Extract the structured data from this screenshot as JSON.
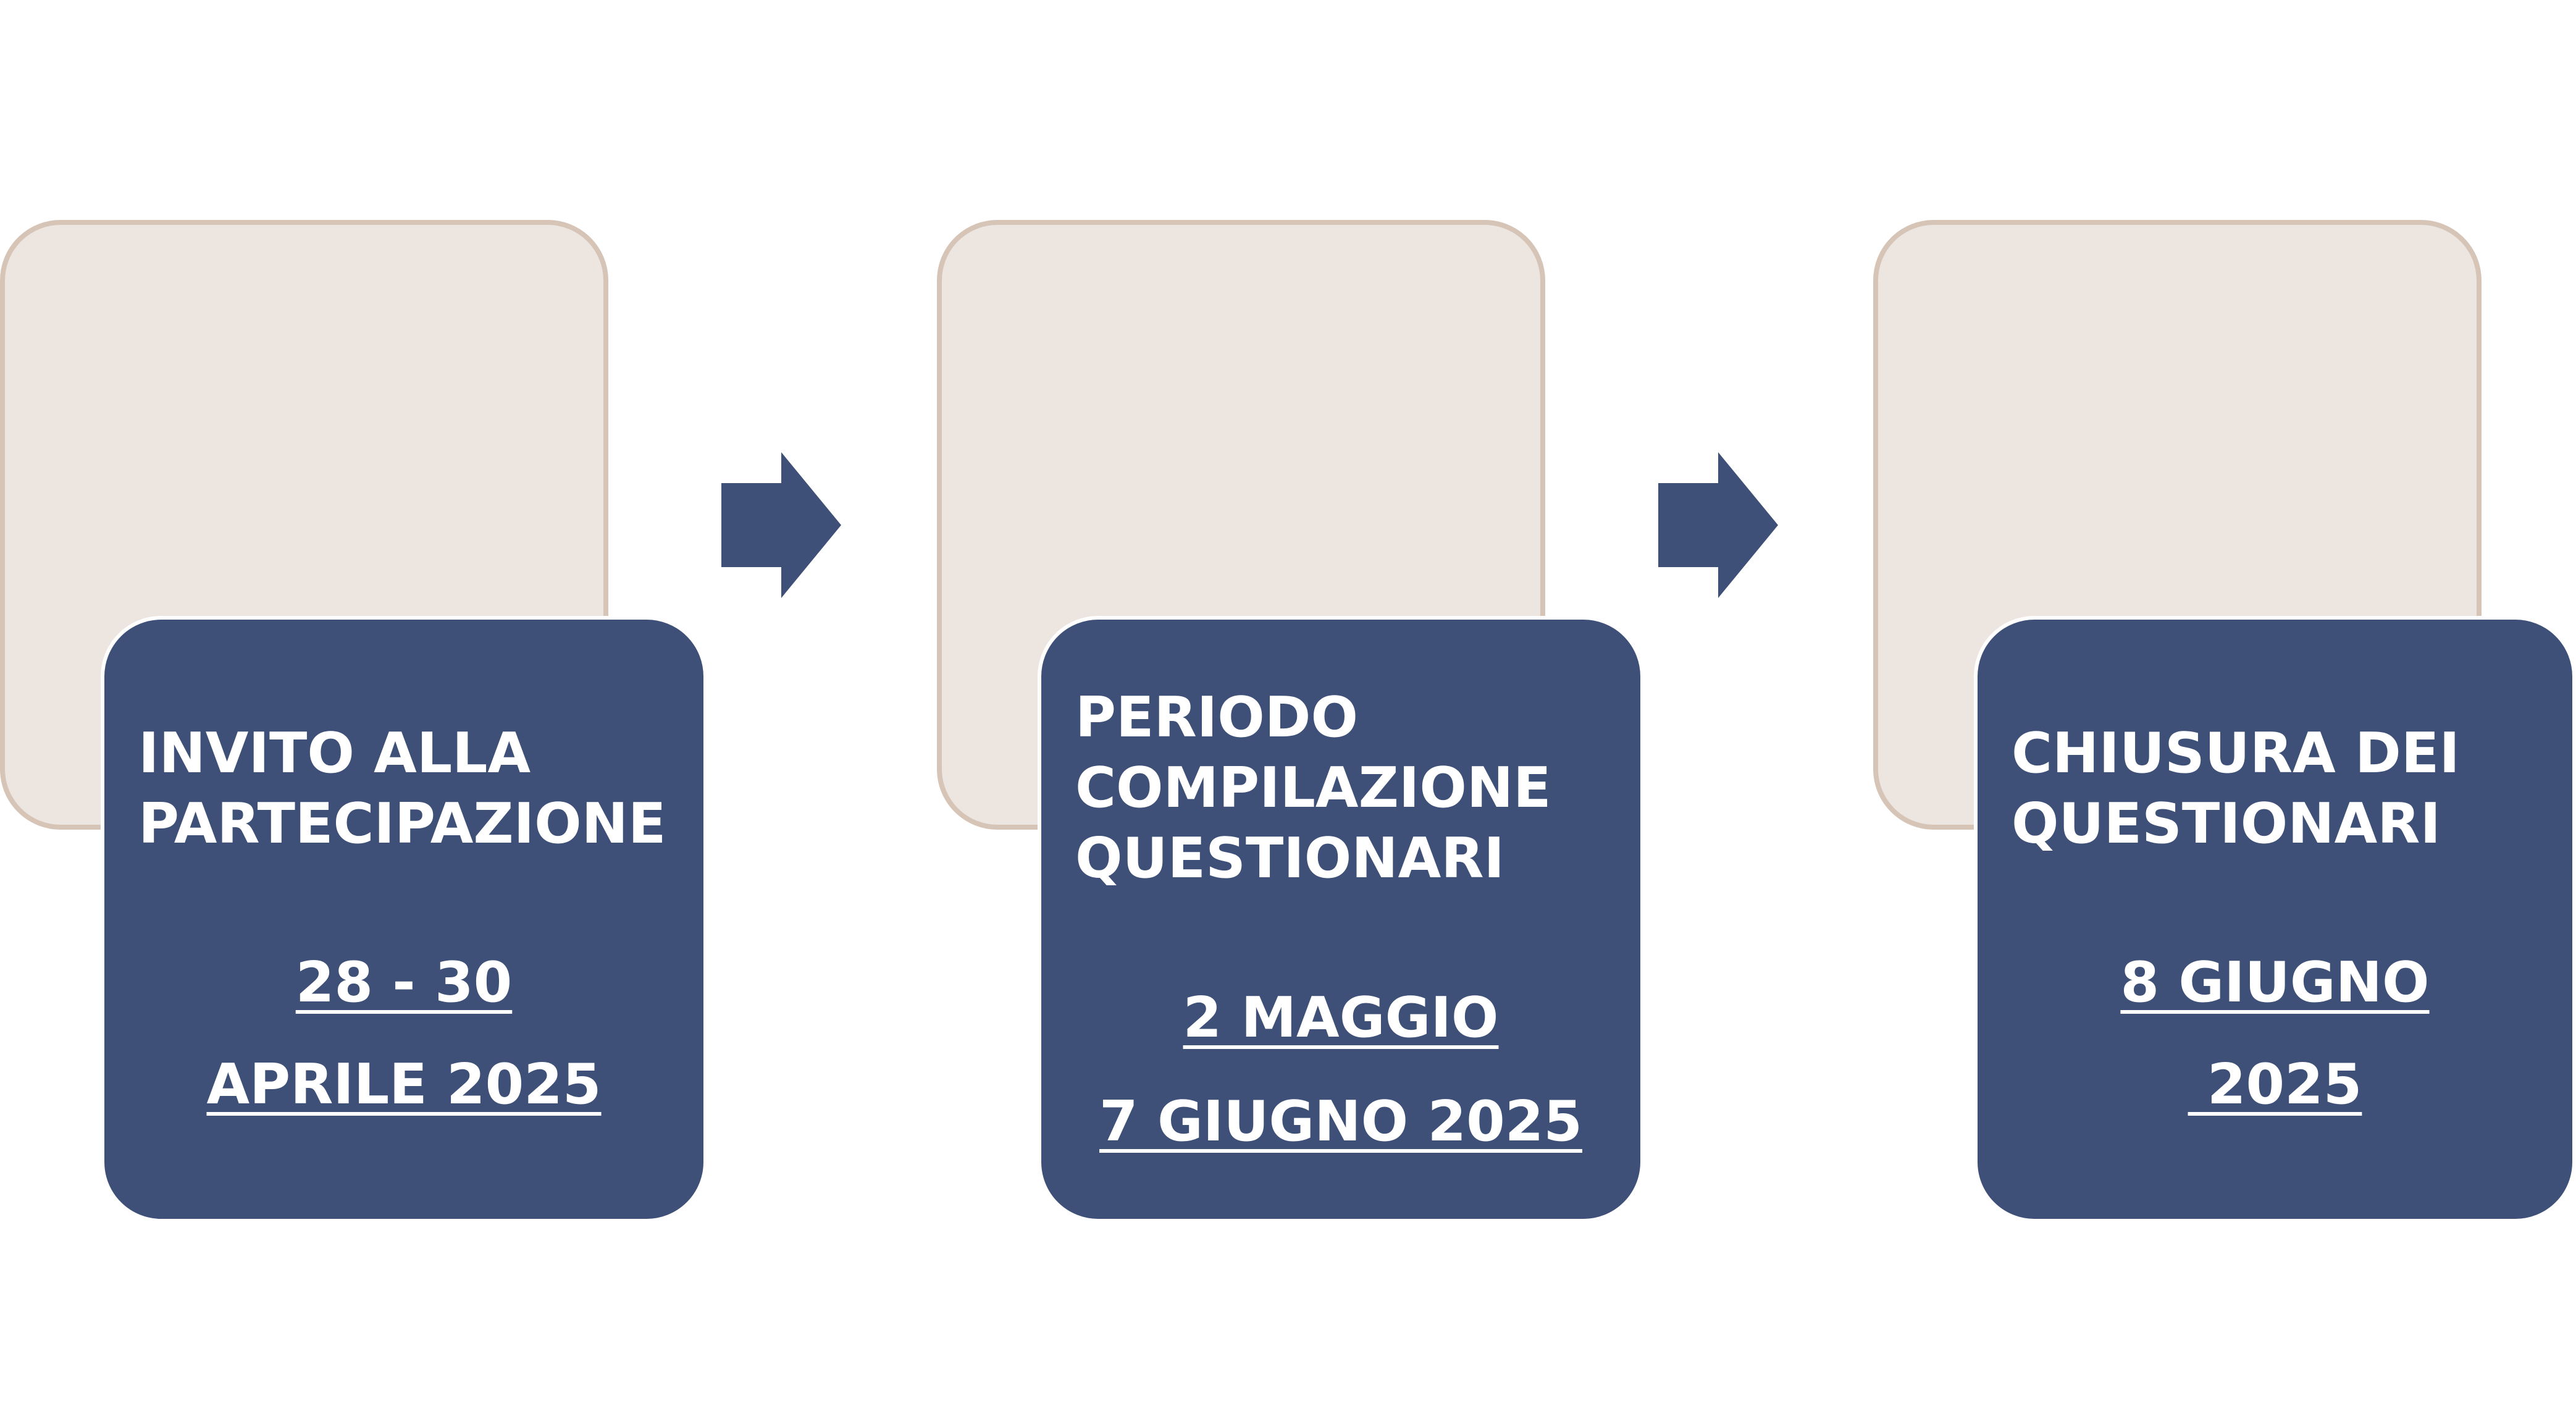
{
  "colors": {
    "back_card_fill": "#ece5e0",
    "back_card_border": "#d6c4b7",
    "front_card_fill": "#3e5077",
    "arrow": "#3e5077",
    "text": "#ffffff"
  },
  "steps": [
    {
      "title_lines": [
        "INVITO ALLA",
        "PARTECIPAZIONE"
      ],
      "date_lines": [
        "28 - 30",
        "APRILE 2025"
      ]
    },
    {
      "title_lines": [
        "PERIODO",
        "COMPILAZIONE",
        "QUESTIONARI"
      ],
      "date_lines": [
        "2 MAGGIO",
        "7 GIUGNO 2025"
      ]
    },
    {
      "title_lines": [
        "CHIUSURA DEI",
        "QUESTIONARI"
      ],
      "date_lines": [
        "8 GIUGNO",
        " 2025"
      ]
    }
  ],
  "connectors": [
    {
      "icon": "right-arrow-icon"
    },
    {
      "icon": "right-arrow-icon"
    }
  ]
}
